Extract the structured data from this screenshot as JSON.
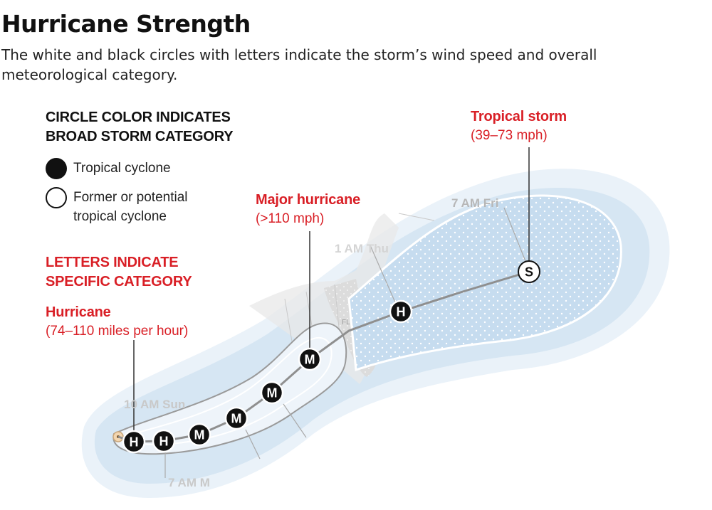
{
  "title": "Hurricane Strength",
  "subtitle": "The white and black circles with letters indicate the storm’s wind speed and overall meteorological category.",
  "legend": {
    "color_heading": [
      "CIRCLE COLOR INDICATES",
      "BROAD STORM CATEGORY"
    ],
    "items": [
      {
        "symbol": "filled-black-circle",
        "text": [
          "Tropical cyclone"
        ]
      },
      {
        "symbol": "white-circle",
        "text": [
          "Former or potential",
          "tropical cyclone"
        ]
      }
    ],
    "letter_heading": [
      "LETTERS INDICATE",
      "SPECIFIC CATEGORY"
    ]
  },
  "categories": {
    "hurricane": {
      "name": "Hurricane",
      "range": "(74–110 miles per hour)"
    },
    "major": {
      "name": "Major hurricane",
      "range": "(>110 mph)"
    },
    "tropical_storm": {
      "name": "Tropical storm",
      "range": "(39–73 mph)"
    }
  },
  "map": {
    "time_labels": [
      "10 AM Sun",
      "7 AM Fri",
      "1 AM Thu",
      "7 AM M"
    ],
    "state_label": "FL",
    "track_points": [
      {
        "letter": "H",
        "style": "black"
      },
      {
        "letter": "H",
        "style": "black"
      },
      {
        "letter": "M",
        "style": "black"
      },
      {
        "letter": "M",
        "style": "black"
      },
      {
        "letter": "M",
        "style": "black"
      },
      {
        "letter": "M",
        "style": "black"
      },
      {
        "letter": "H",
        "style": "black"
      },
      {
        "letter": "S",
        "style": "white"
      }
    ]
  },
  "colors": {
    "accent_red": "#d91f26",
    "cone_blue": "#c9def0",
    "outer_blue": "#e6f0f8"
  }
}
